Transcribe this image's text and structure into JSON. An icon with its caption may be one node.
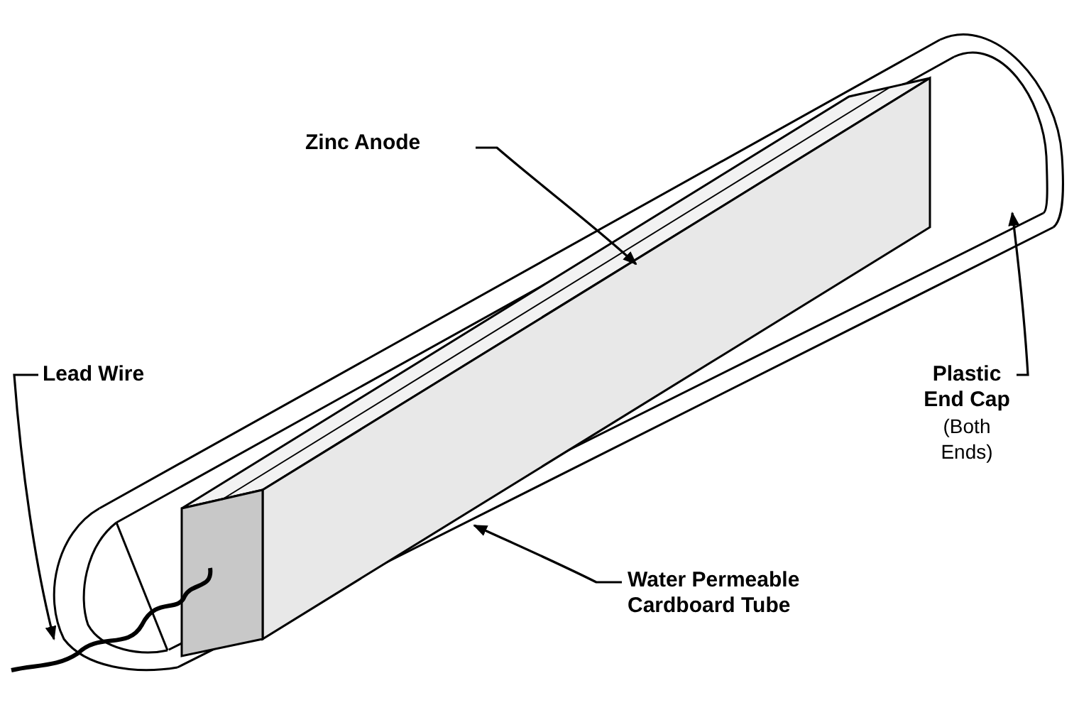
{
  "diagram": {
    "nodes": [
      {
        "text": [
          "Zinc Anode"
        ]
      },
      {
        "text": [
          "Lead Wire"
        ]
      },
      {
        "text": [
          "Plastic End Cap",
          "(Both Ends)"
        ]
      },
      {
        "text": [
          "Water Permeable Cardboard Tube"
        ]
      }
    ],
    "edges": [
      {
        "from": 0,
        "to": null,
        "arrow": "to"
      },
      {
        "from": 1,
        "to": null,
        "arrow": "to"
      },
      {
        "from": 2,
        "to": null,
        "arrow": "to"
      },
      {
        "from": 3,
        "to": null,
        "arrow": "to"
      }
    ]
  }
}
